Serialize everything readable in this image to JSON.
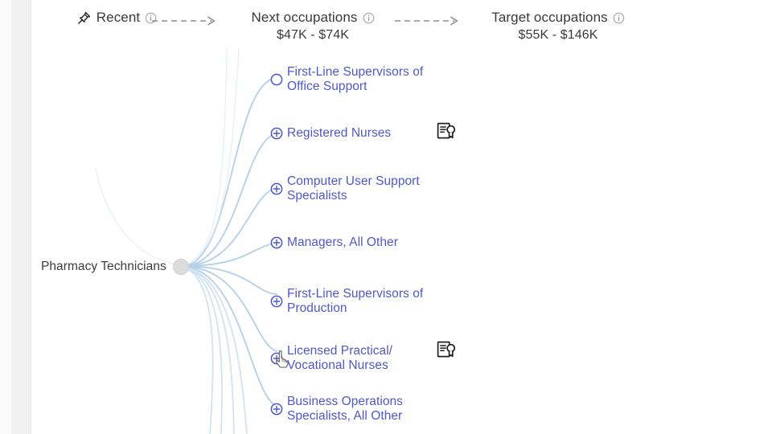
{
  "colors": {
    "node_blue": "#4f58c9",
    "link_blue": "#b9d4ea",
    "root_gray": "#dcdcdc",
    "header_text": "#3a3a3a",
    "page_bg": "#ffffff",
    "chrome_gray": "#f1f1f1"
  },
  "header": {
    "columns": [
      {
        "id": "recent",
        "title": "Recent",
        "subtitle": "",
        "icon": "pin-icon",
        "info_icon": "info-icon"
      },
      {
        "id": "next-occupations",
        "title": "Next occupations",
        "subtitle": "$47K - $74K",
        "icon": "",
        "info_icon": "info-icon"
      },
      {
        "id": "target-occupations",
        "title": "Target occupations",
        "subtitle": "$55K - $146K",
        "icon": "",
        "info_icon": "info-icon"
      }
    ],
    "arrows": [
      {
        "id": "arrow-recent-to-next",
        "icon": "dashed-arrow-right-icon"
      },
      {
        "id": "arrow-next-to-target",
        "icon": "dashed-arrow-right-icon"
      }
    ]
  },
  "graph": {
    "root": {
      "label": "Pharmacy Technicians",
      "marker": "filled-circle"
    },
    "nodes": [
      {
        "label": "First-Line Supervisors of\nOffice Support",
        "marker": "circle",
        "expandable": false,
        "credential": false
      },
      {
        "label": "Registered Nurses",
        "marker": "plus-circle",
        "expandable": true,
        "credential": true
      },
      {
        "label": "Computer User Support\nSpecialists",
        "marker": "plus-circle",
        "expandable": true,
        "credential": false
      },
      {
        "label": "Managers, All Other",
        "marker": "plus-circle",
        "expandable": true,
        "credential": false
      },
      {
        "label": "First-Line Supervisors of\nProduction",
        "marker": "plus-circle",
        "expandable": true,
        "credential": false
      },
      {
        "label": "Licensed Practical/\nVocational Nurses",
        "marker": "plus-circle",
        "expandable": true,
        "credential": true
      },
      {
        "label": "Business Operations\nSpecialists, All Other",
        "marker": "plus-circle",
        "expandable": true,
        "credential": false
      }
    ],
    "credential_icon": "certificate-icon",
    "cursor": {
      "icon": "pointer-hand-cursor",
      "over": "Licensed Practical/\nVocational Nurses"
    }
  }
}
